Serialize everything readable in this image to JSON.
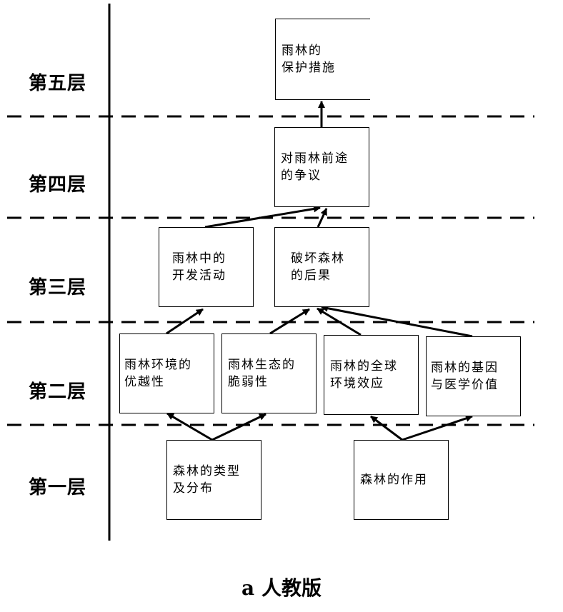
{
  "levels": {
    "l5": "第五层",
    "l4": "第四层",
    "l3": "第三层",
    "l2": "第二层",
    "l1": "第一层"
  },
  "boxes": {
    "rainforest_protection": "雨林的\n保护措施",
    "rainforest_future_debate": "对雨林前途\n的争议",
    "rainforest_development": "雨林中的\n开发活动",
    "forest_destruction_consequences": "破坏森林\n的后果",
    "rainforest_environment_advantages": "雨林环境的\n优越性",
    "rainforest_ecology_fragility": "雨林生态的\n脆弱性",
    "rainforest_global_effects": "雨林的全球\n环境效应",
    "rainforest_gene_medical_value": "雨林的基因\n与医学价值",
    "forest_types_distribution": "森林的类型\n及分布",
    "forest_functions": "森林的作用"
  },
  "caption": "a  人教版"
}
